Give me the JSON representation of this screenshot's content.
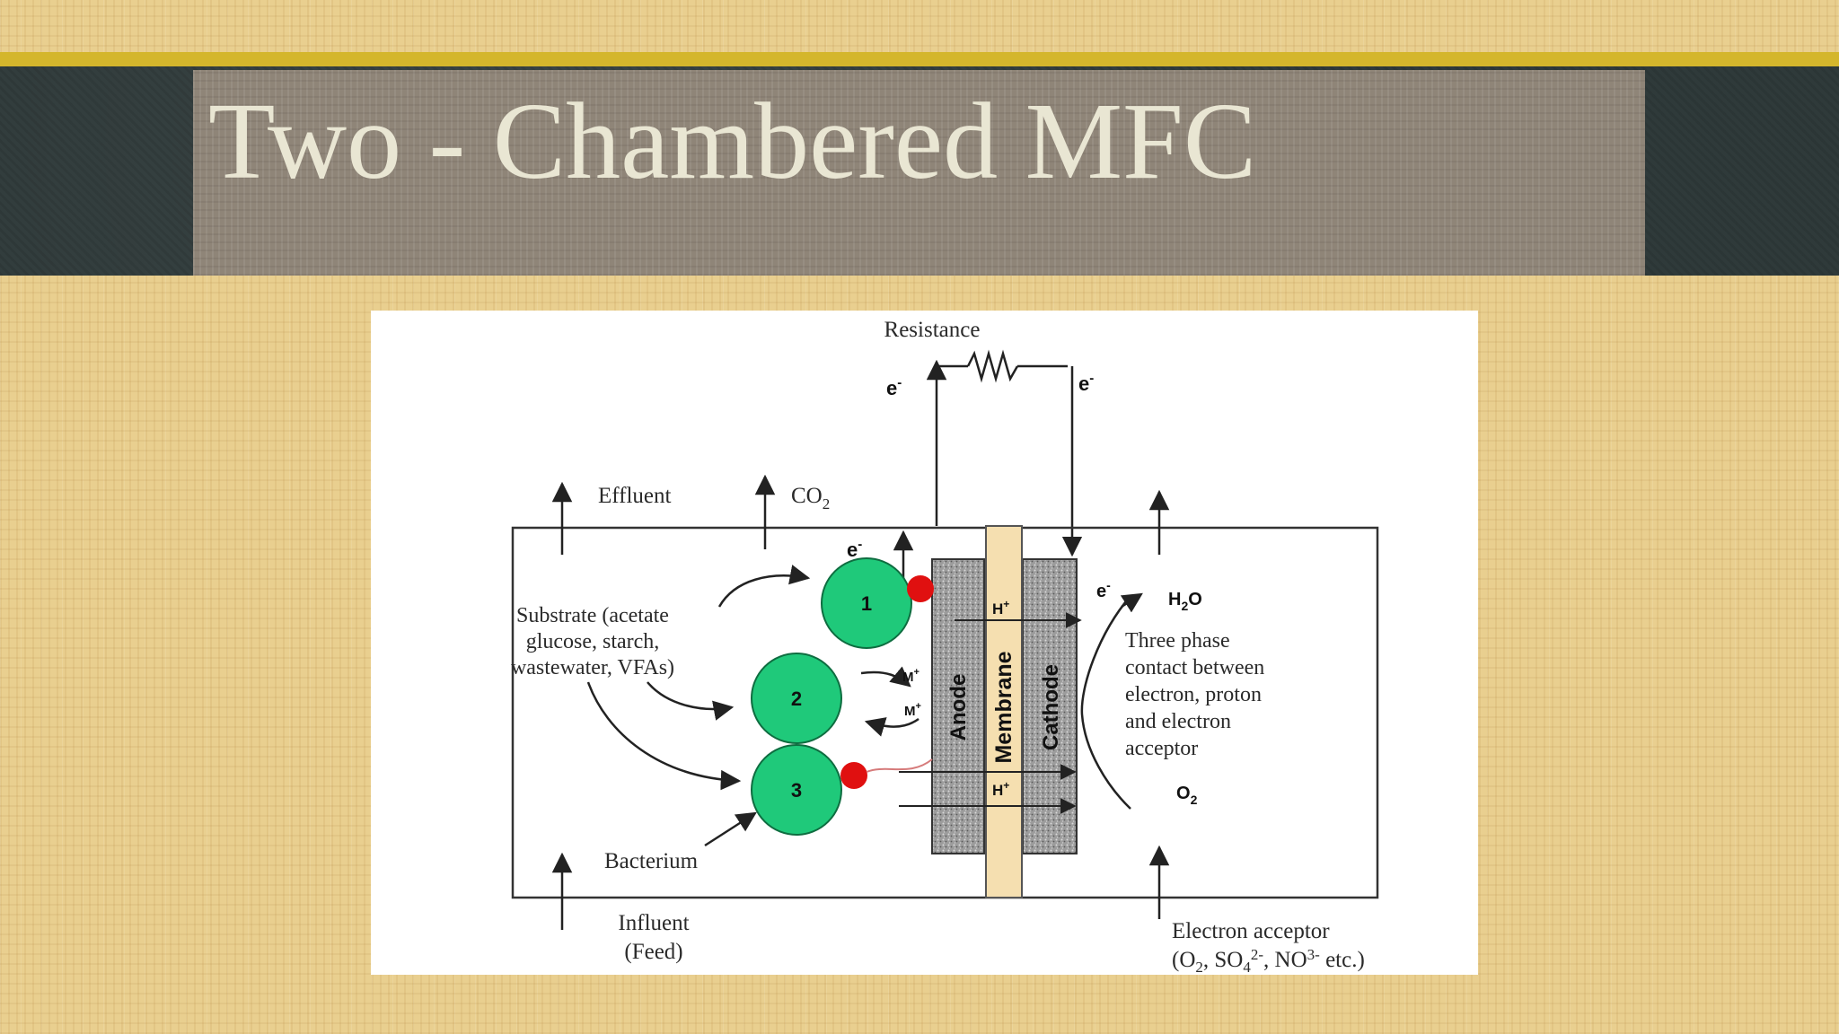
{
  "slide": {
    "title": "Two - Chambered MFC"
  },
  "diagram": {
    "resistance_label": "Resistance",
    "electron_symbol": "e",
    "electron_sup": "-",
    "effluent_label": "Effluent",
    "co2_label": "CO",
    "co2_sub": "2",
    "substrate_lines": [
      "Substrate (acetate",
      "glucose, starch,",
      "wastewater, VFAs)"
    ],
    "bacteria_labels": [
      "1",
      "2",
      "3"
    ],
    "mediator_label": "M",
    "mediator_sup": "+",
    "proton_label": "H",
    "proton_sup": "+",
    "anode_label": "Anode",
    "membrane_label": "Membrane",
    "cathode_label": "Cathode",
    "h2o_label": "H",
    "h2o_sub": "2",
    "h2o_tail": "O",
    "three_phase_lines": [
      "Three phase",
      "contact between",
      "electron, proton",
      "and electron",
      "acceptor"
    ],
    "o2_label": "O",
    "o2_sub": "2",
    "bacterium_label": "Bacterium",
    "influent_lines": [
      "Influent",
      "(Feed)"
    ],
    "acceptor_line1": "Electron acceptor",
    "acceptor_o2": "(O",
    "acceptor_o2_sub": "2",
    "acceptor_so4": ", SO",
    "acceptor_so4_sub": "4",
    "acceptor_so4_sup": "2-",
    "acceptor_no3": ", NO",
    "acceptor_no3_sup": "3-",
    "acceptor_tail": " etc.)",
    "colors": {
      "bacterium_fill": "#1fc97a",
      "bacterium_stroke": "#0e6d40",
      "contact_dot": "#e01010",
      "electrode_label": "#f2e313",
      "membrane_fill": "#f5dfb0"
    }
  }
}
